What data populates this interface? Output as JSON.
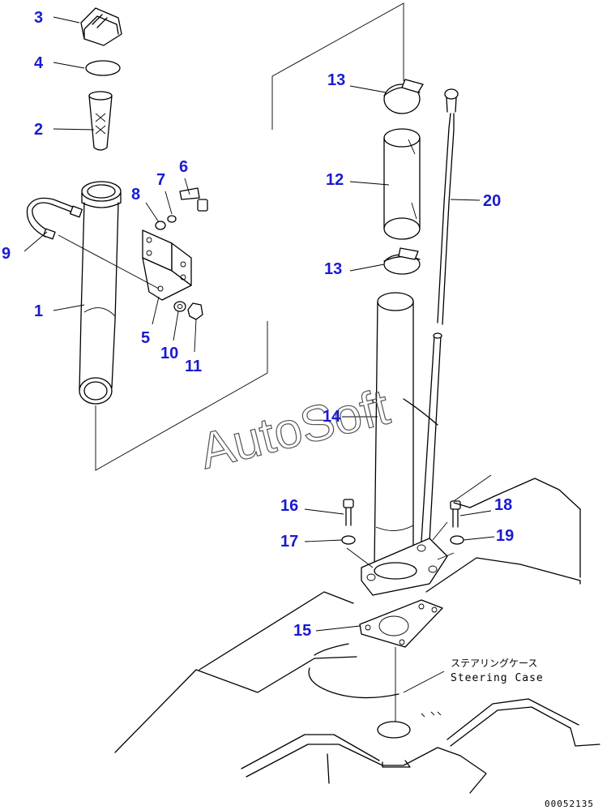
{
  "callouts": [
    "3",
    "4",
    "2",
    "8",
    "7",
    "6",
    "9",
    "1",
    "5",
    "10",
    "11",
    "13",
    "12",
    "20",
    "13",
    "14",
    "16",
    "18",
    "17",
    "19",
    "15"
  ],
  "labels": {
    "case_jp": "ステアリングケース",
    "case_en": "Steering Case",
    "drawing_code": "00052135"
  },
  "watermark": "AutoSoft",
  "colors": {
    "callout": "#1a1ad0",
    "line": "#000000",
    "watermark": "#555555"
  }
}
